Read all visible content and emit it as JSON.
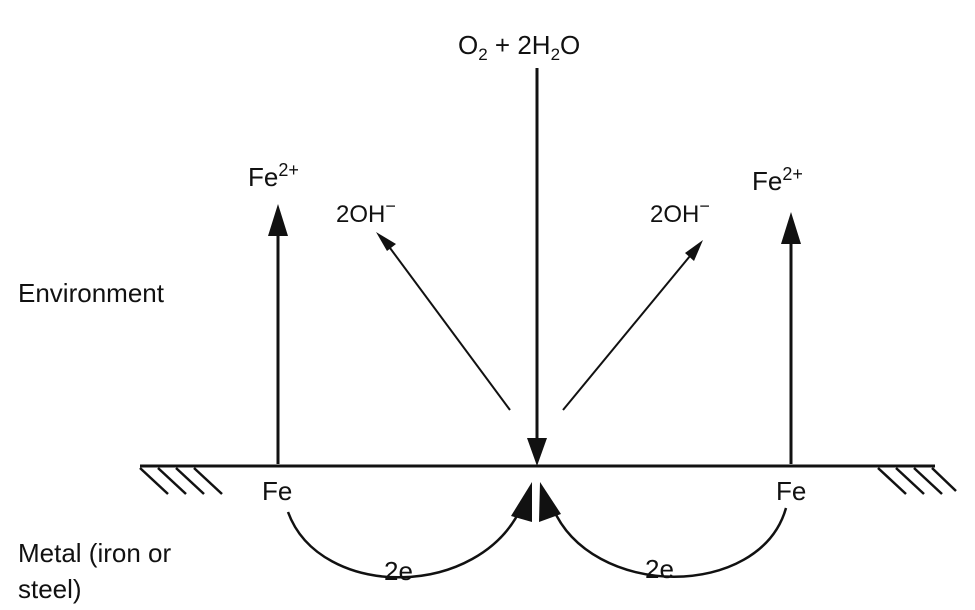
{
  "labels": {
    "reactant": {
      "o": "O",
      "o_sub": "2",
      "plus": " + 2H",
      "h_sub": "2",
      "tail": "O"
    },
    "fe_ion_left": {
      "base": "Fe",
      "sup": "2+"
    },
    "fe_ion_right": {
      "base": "Fe",
      "sup": "2+"
    },
    "hydroxide_left": {
      "base": "2OH",
      "sup": "−"
    },
    "hydroxide_right": {
      "base": "2OH",
      "sup": "−"
    },
    "environment": "Environment",
    "metal_line1": "Metal (iron or",
    "metal_line2": "steel)",
    "fe_left": "Fe",
    "fe_right": "Fe",
    "electrons_left": "2e",
    "electrons_right": "2e"
  },
  "colors": {
    "ink": "#111111",
    "background": "#ffffff"
  }
}
